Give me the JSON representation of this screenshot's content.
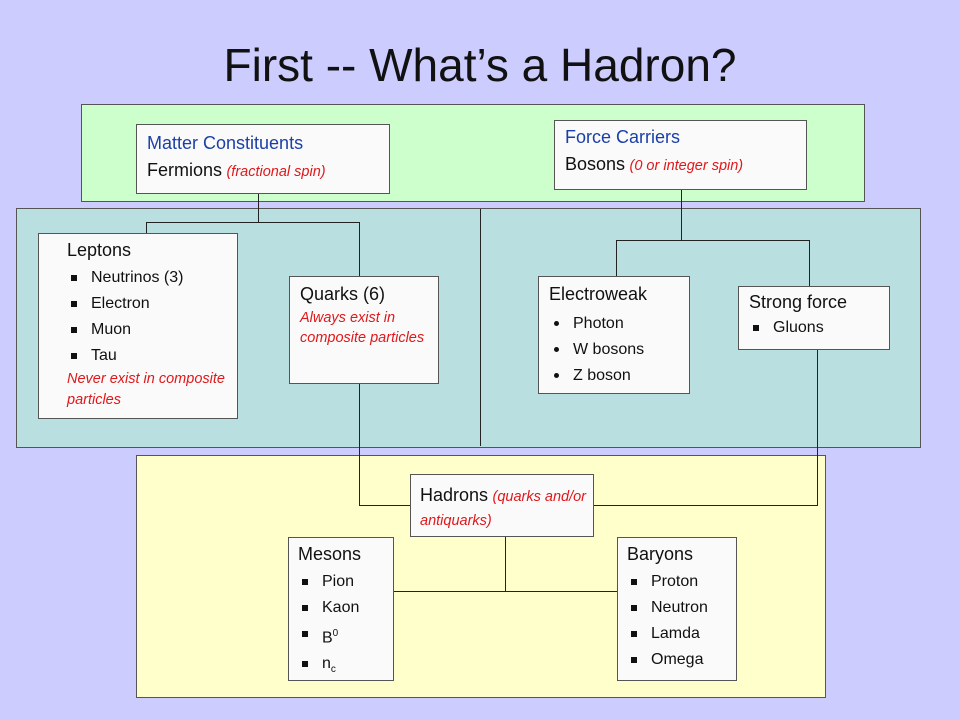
{
  "title": "First -- What’s a Hadron?",
  "matter": {
    "heading": "Matter Constituents",
    "sub": "Fermions",
    "note": "(fractional spin)"
  },
  "force": {
    "heading": "Force Carriers",
    "sub": "Bosons",
    "note": "(0 or integer spin)"
  },
  "leptons": {
    "heading": "Leptons",
    "items": [
      "Neutrinos (3)",
      "Electron",
      "Muon",
      "Tau"
    ],
    "note": "Never exist in composite particles"
  },
  "quarks": {
    "heading": "Quarks (6)",
    "note": "Always exist in composite particles"
  },
  "electroweak": {
    "heading": "Electroweak",
    "items": [
      "Photon",
      "W bosons",
      "Z boson"
    ]
  },
  "strong": {
    "heading": "Strong force",
    "items": [
      "Gluons"
    ]
  },
  "hadrons": {
    "heading": "Hadrons",
    "note": "(quarks and/or antiquarks)"
  },
  "mesons": {
    "heading": "Mesons",
    "items": [
      "Pion",
      "Kaon"
    ],
    "b_base": "B",
    "b_sup": "0",
    "n_base": "n",
    "n_sub": "c"
  },
  "baryons": {
    "heading": "Baryons",
    "items": [
      "Proton",
      "Neutron",
      "Lamda",
      "Omega"
    ]
  },
  "colors": {
    "background": "#ccccff",
    "top_band": "#ccffcc",
    "mid_band": "#b9dfe0",
    "bottom_band": "#ffffcc",
    "red_note": "#e0181b",
    "blue_heading": "#1a3fa8"
  }
}
